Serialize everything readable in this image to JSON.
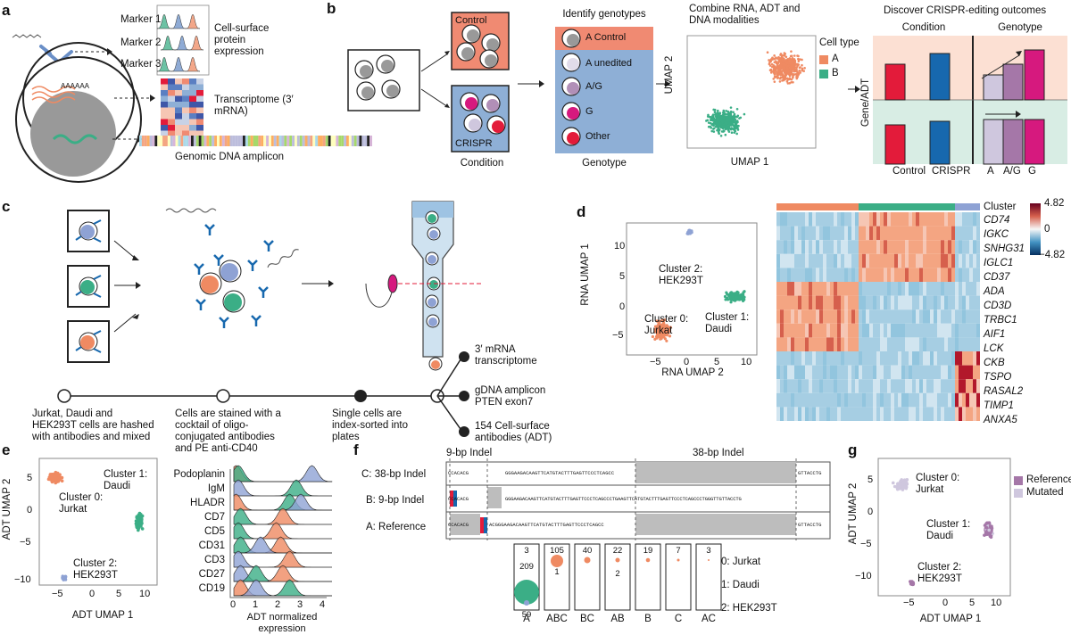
{
  "colors": {
    "red": "#e31b3a",
    "blue": "#1768ae",
    "purple": "#a577a8",
    "magenta": "#d6197e",
    "salmon": "#ef8a62",
    "teal": "#3bae86",
    "lightpurple": "#cfc7de",
    "heat_hi": "#b2182b",
    "heat_lo": "#2166ac"
  },
  "panel_a": {
    "label": "a",
    "markers": [
      "Marker 1",
      "Marker 2",
      "Marker 3"
    ],
    "surface": "Cell-surface protein expression",
    "transcriptome": "Transcriptome (3′ mRNA)",
    "polyA": "AAAAAA",
    "genomic": "Genomic DNA amplicon"
  },
  "panel_b": {
    "label": "b",
    "control": "Control",
    "crispr": "CRISPR",
    "condition": "Condition",
    "identify": "Identify genotypes",
    "genotypes": [
      "A Control",
      "A unedited",
      "A/G",
      "G",
      "Other"
    ],
    "genotype_caption": "Genotype",
    "combine": "Combine RNA, ADT and DNA modalities",
    "umap1": "UMAP 1",
    "umap2": "UMAP 2",
    "celltype": "Cell type",
    "types": [
      "A",
      "B"
    ],
    "discover": "Discover CRISPR-editing outcomes",
    "cond_head": "Condition",
    "geno_head": "Genotype",
    "gene_adt": "Gene/ADT",
    "xcond": [
      "Control",
      "CRISPR"
    ],
    "xgeno": [
      "A",
      "A/G",
      "G"
    ]
  },
  "panel_c": {
    "label": "c",
    "steps": [
      "Jurkat, Daudi and HEK293T cells are hashed with antibodies and mixed",
      "Cells are stained with a cocktail of oligo-conjugated antibodies and PE anti-CD40",
      "Single cells are index-sorted into plates"
    ],
    "outputs": [
      "3′ mRNA transcriptome",
      "gDNA amplicon PTEN exon7",
      "154 Cell-surface antibodies (ADT)"
    ]
  },
  "panel_d": {
    "label": "d",
    "xlabel": "RNA UMAP 2",
    "ylabel": "RNA UMAP 1",
    "xticks": [
      "−5",
      "0",
      "5",
      "10"
    ],
    "yticks": [
      "10",
      "5",
      "0",
      "−5"
    ],
    "clusters": [
      "Cluster 2: HEK293T",
      "Cluster 0: Jurkat",
      "Cluster 1: Daudi"
    ],
    "cluster_head": "Cluster",
    "genes": [
      "CD74",
      "IGKC",
      "SNHG31",
      "IGLC1",
      "CD37",
      "ADA",
      "CD3D",
      "TRBC1",
      "AIF1",
      "LCK",
      "CKB",
      "TSPO",
      "RASAL2",
      "TIMP1",
      "ANXA5"
    ],
    "scale": [
      "4.82",
      "0",
      "−4.82"
    ]
  },
  "panel_e": {
    "label": "e",
    "xlabel": "ADT UMAP 1",
    "ylabel": "ADT UMAP 2",
    "xticks": [
      "−5",
      "0",
      "5",
      "10"
    ],
    "yticks": [
      "5",
      "0",
      "−5",
      "−10"
    ],
    "clusters": [
      "Cluster 0: Jurkat",
      "Cluster 1: Daudi",
      "Cluster 2: HEK293T"
    ],
    "ridges": [
      "Podoplanin",
      "IgM",
      "HLADR",
      "CD7",
      "CD5",
      "CD31",
      "CD3",
      "CD27",
      "CD19"
    ],
    "ridge_xticks": [
      "0",
      "1",
      "2",
      "3",
      "4"
    ],
    "ridge_xlabel": "ADT normalized expression"
  },
  "panel_f": {
    "label": "f",
    "indel9": "9-bp Indel",
    "indel38": "38-bp Indel",
    "rows": [
      "C: 38-bp Indel",
      "B: 9-bp Indel",
      "A: Reference"
    ],
    "seqC_l": "CCACACG",
    "seqC_m": "GGGAAGACAAGTTCATGTACTTTGAGTTCCCTCAGCC",
    "seqC_r": "GTTACCTG",
    "seqB_l": "CCACACG",
    "seqB_m": "GGGAAGACAAGTTCATGTACTTTGAGTTCCCTCAGCCCTGAAGTTCATGTACTTTGAGTTCCCTCAGCCCTGGGTTGTTACCTG",
    "seqA_l": "CCACACG",
    "seqA_m": "ACGGGAAGACAAGTTCATGTACTTTGAGTTCCCTCAGCC",
    "seqA_r": "GTTACCTG",
    "cols": [
      "A",
      "ABC",
      "BC",
      "AB",
      "B",
      "C",
      "AC"
    ],
    "counts": [
      [
        "3",
        "209",
        "59"
      ],
      [
        "105",
        "1",
        ""
      ],
      [
        "40",
        "",
        ""
      ],
      [
        "22",
        "2",
        ""
      ],
      [
        "19",
        "",
        ""
      ],
      [
        "7",
        "",
        ""
      ],
      [
        "3",
        "",
        ""
      ]
    ],
    "row_labels": [
      "0: Jurkat",
      "1: Daudi",
      "2: HEK293T"
    ]
  },
  "panel_g": {
    "label": "g",
    "xlabel": "ADT UMAP 1",
    "ylabel": "ADT UMAP 2",
    "xticks": [
      "−5",
      "0",
      "5",
      "10"
    ],
    "yticks": [
      "5",
      "0",
      "−5",
      "−10"
    ],
    "clusters": [
      "Cluster 0: Jurkat",
      "Cluster 1: Daudi",
      "Cluster 2: HEK293T"
    ],
    "legend": [
      "Reference",
      "Mutated"
    ]
  }
}
